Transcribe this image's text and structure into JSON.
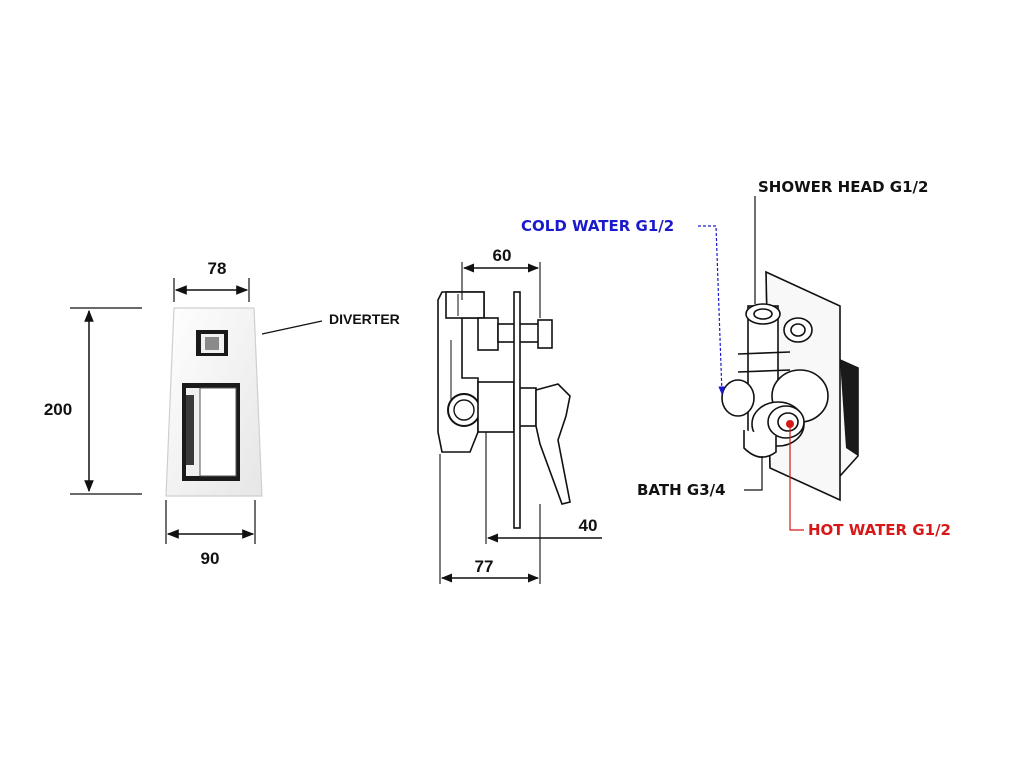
{
  "front_view": {
    "width_top": "78",
    "height": "200",
    "width_bottom": "90",
    "diverter_label": "DIVERTER"
  },
  "side_view": {
    "dim_top": "60",
    "dim_right": "40",
    "dim_bottom": "77"
  },
  "iso_view": {
    "shower_head": "SHOWER HEAD G1/2",
    "cold_water": "COLD WATER G1/2",
    "bath": "BATH G3/4",
    "hot_water": "HOT WATER G1/2"
  },
  "colors": {
    "cold": "#1a1acc",
    "hot": "#d81818",
    "line": "#111111"
  }
}
